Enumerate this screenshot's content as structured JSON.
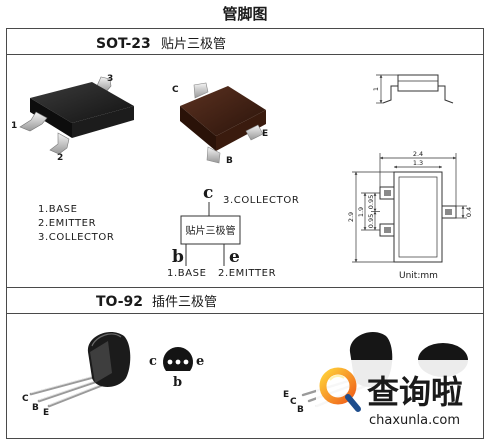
{
  "title": "管脚图",
  "sot23": {
    "header": {
      "code": "SOT-23",
      "name": "贴片三极管"
    },
    "black_package_pins": {
      "p1": "1",
      "p2": "2",
      "p3": "3"
    },
    "brown_package_pins": {
      "c": "C",
      "e": "E",
      "b": "B"
    },
    "pin_list": [
      "1.BASE",
      "2.EMITTER",
      "3.COLLECTOR"
    ],
    "schematic": {
      "box_label": "贴片三极管",
      "c": "c",
      "b": "b",
      "e": "e",
      "collector": "3.COLLECTOR",
      "base": "1.BASE",
      "emitter": "2.EMITTER"
    },
    "dimensions": {
      "side_height": "1",
      "overall_width": "2.4",
      "body_width": "1.3",
      "overall_length": "2.9",
      "outer_pitch": "1.9",
      "pitch_upper": "0.95",
      "pitch_lower": "0.95",
      "pad_width": "0.4",
      "unit": "Unit:mm"
    }
  },
  "to92": {
    "header": {
      "code": "TO-92",
      "name": "插件三极管"
    },
    "package_pins": {
      "c": "C",
      "b": "B",
      "e": "E"
    },
    "bottom_view": {
      "c": "c",
      "e": "e",
      "b": "b"
    },
    "second_package_pins": {
      "e": "E",
      "c": "C",
      "b": "B"
    }
  },
  "watermark": {
    "brand": "查询啦",
    "domain": "chaxunla.com"
  },
  "colors": {
    "frame": "#4a4a4a",
    "package_black": "#1b1b1b",
    "package_brown": "#3f2115",
    "logo_orange": "#f39c1e",
    "logo_tail": "#1e4d8c"
  }
}
